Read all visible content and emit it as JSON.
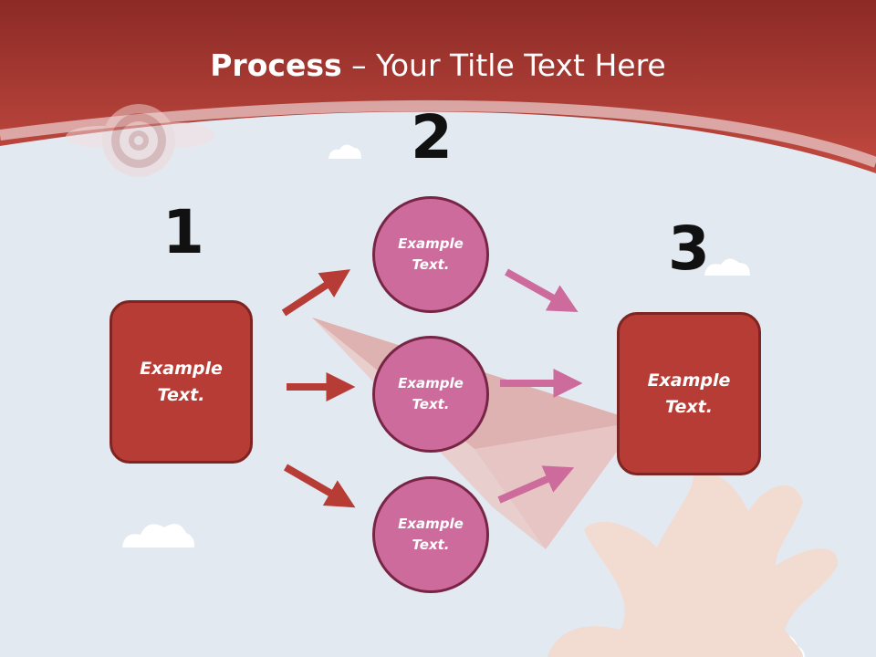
{
  "title": {
    "bold": "Process",
    "rest": " – Your Title Text Here"
  },
  "steps": {
    "one": "1",
    "two": "2",
    "three": "3"
  },
  "nodes": {
    "left_box": "Example Text.",
    "circle_top": "Example Text.",
    "circle_middle": "Example Text.",
    "circle_bottom": "Example Text.",
    "right_box": "Example Text."
  },
  "colors": {
    "header": "#b2403a",
    "background": "#e3e9f1",
    "box": "#b83c36",
    "circle": "#cd6c9c",
    "arrow_red": "#b83c36",
    "arrow_pink": "#cd6c9c"
  }
}
